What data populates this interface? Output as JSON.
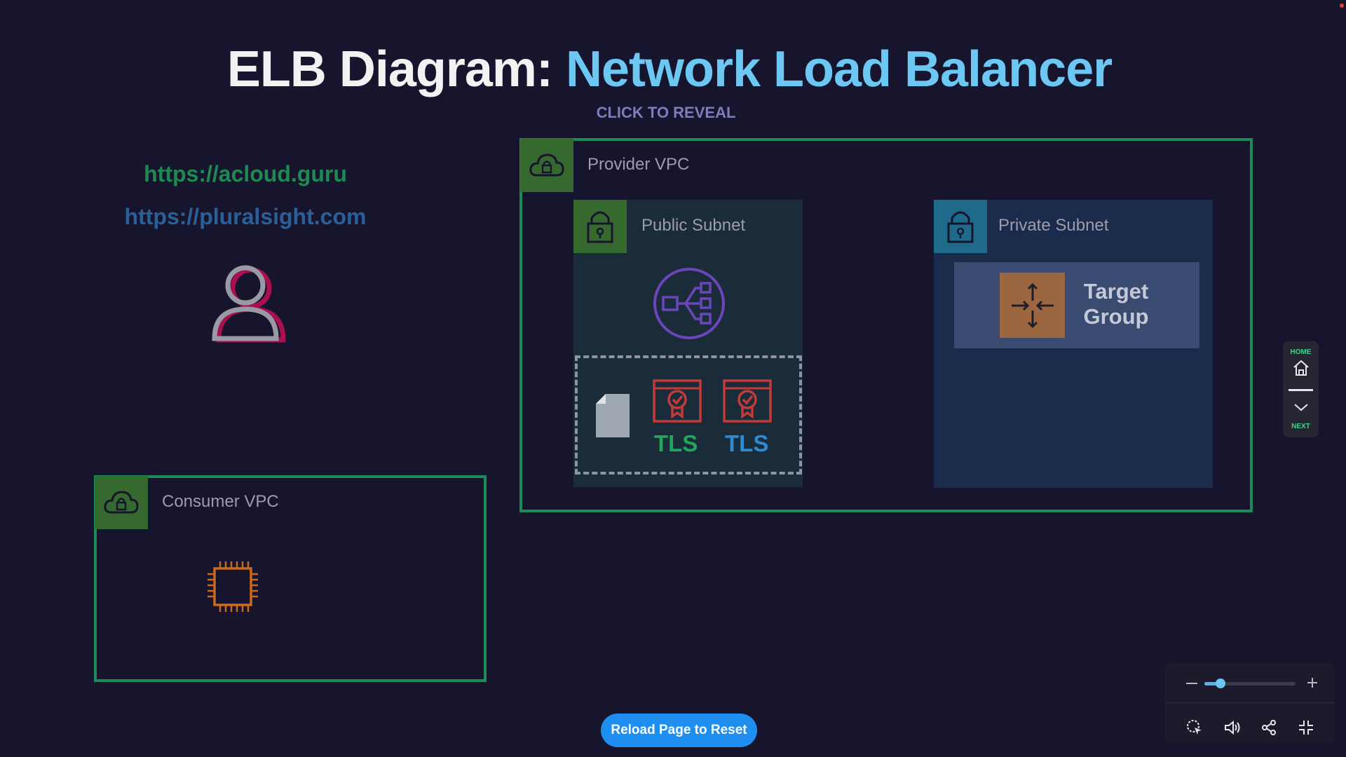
{
  "header": {
    "title_prefix": "ELB Diagram:",
    "title_accent": "Network Load Balancer",
    "reveal_label": "CLICK TO REVEAL"
  },
  "links": {
    "acloud": "https://acloud.guru",
    "pluralsight": "https://pluralsight.com"
  },
  "diagram": {
    "provider_vpc": {
      "label": "Provider VPC"
    },
    "public_subnet": {
      "label": "Public Subnet"
    },
    "private_subnet": {
      "label": "Private Subnet"
    },
    "target_group": {
      "line1": "Target",
      "line2": "Group"
    },
    "tls_1": "TLS",
    "tls_2": "TLS",
    "consumer_vpc": {
      "label": "Consumer VPC"
    }
  },
  "nav": {
    "home_label": "HOME",
    "next_label": "NEXT"
  },
  "controls": {
    "zoom_level": 0.12
  },
  "footer": {
    "reload_label": "Reload Page to Reset"
  },
  "colors": {
    "background": "#17152e",
    "title_accent": "#6cc8f3",
    "vpc_border": "#1d8a5a",
    "tls_green": "#1ea75a",
    "tls_blue": "#2e8bd0",
    "reload_button": "#1e8ff0"
  }
}
